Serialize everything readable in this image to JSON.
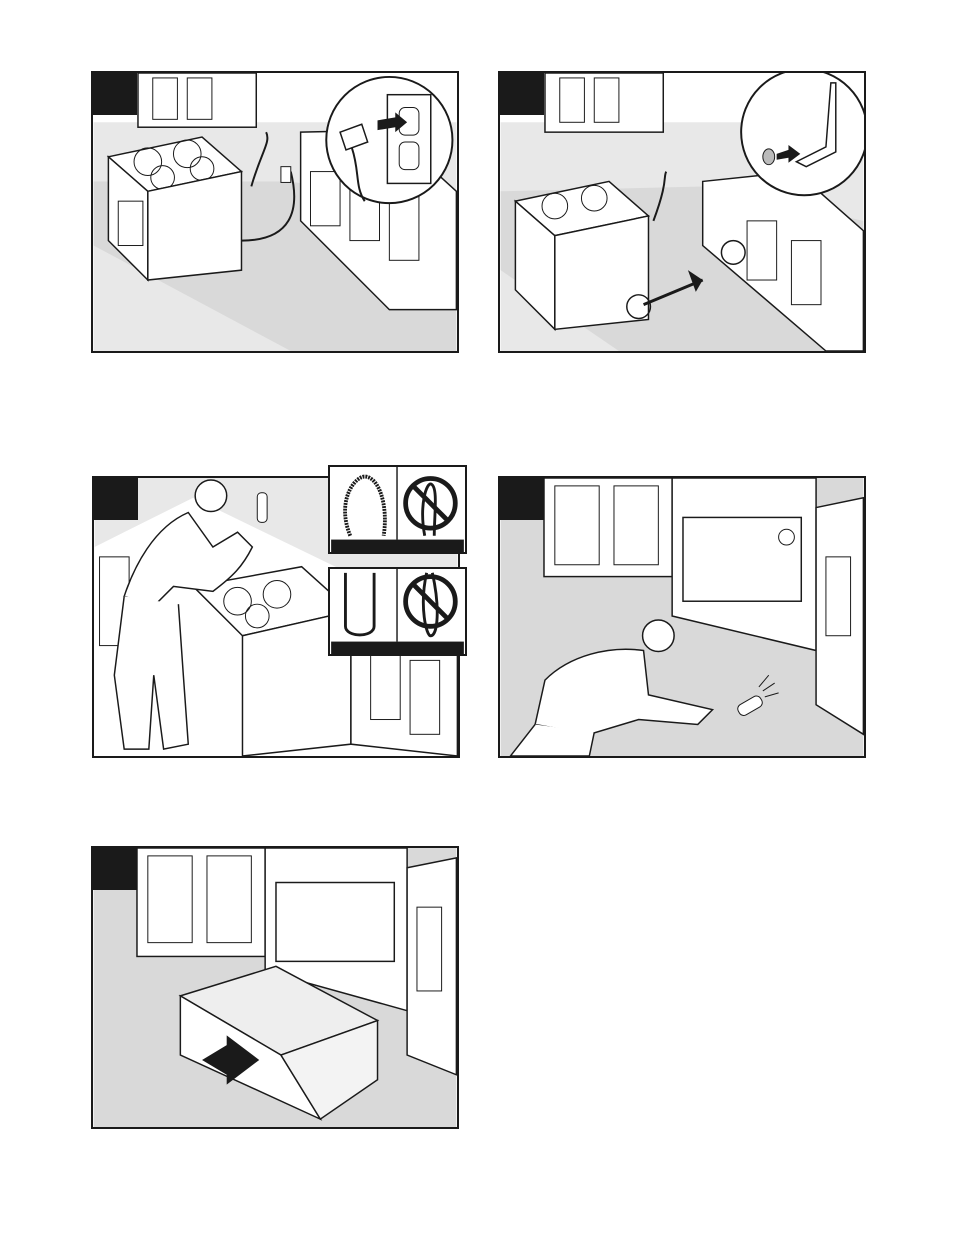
{
  "page": {
    "background": "#ffffff",
    "line_color": "#1a1a1a",
    "floor_color": "#d9d9d9",
    "wall_color": "#e8e8e8"
  },
  "steps": [
    {
      "id": "step-1",
      "number": "",
      "icon": "plug-outlet-illustration"
    },
    {
      "id": "step-2",
      "number": "",
      "icon": "anti-tip-bracket-illustration"
    },
    {
      "id": "step-3",
      "number": "",
      "icon": "check-gas-hose-illustration"
    },
    {
      "id": "step-4",
      "number": "",
      "icon": "inspect-under-range-illustration"
    },
    {
      "id": "step-5",
      "number": "",
      "icon": "replace-drawer-illustration"
    }
  ],
  "insets": {
    "hose_ok_icon": "coiled-hose-icon",
    "hose_bad_icon": "prohibited-sign-icon"
  }
}
